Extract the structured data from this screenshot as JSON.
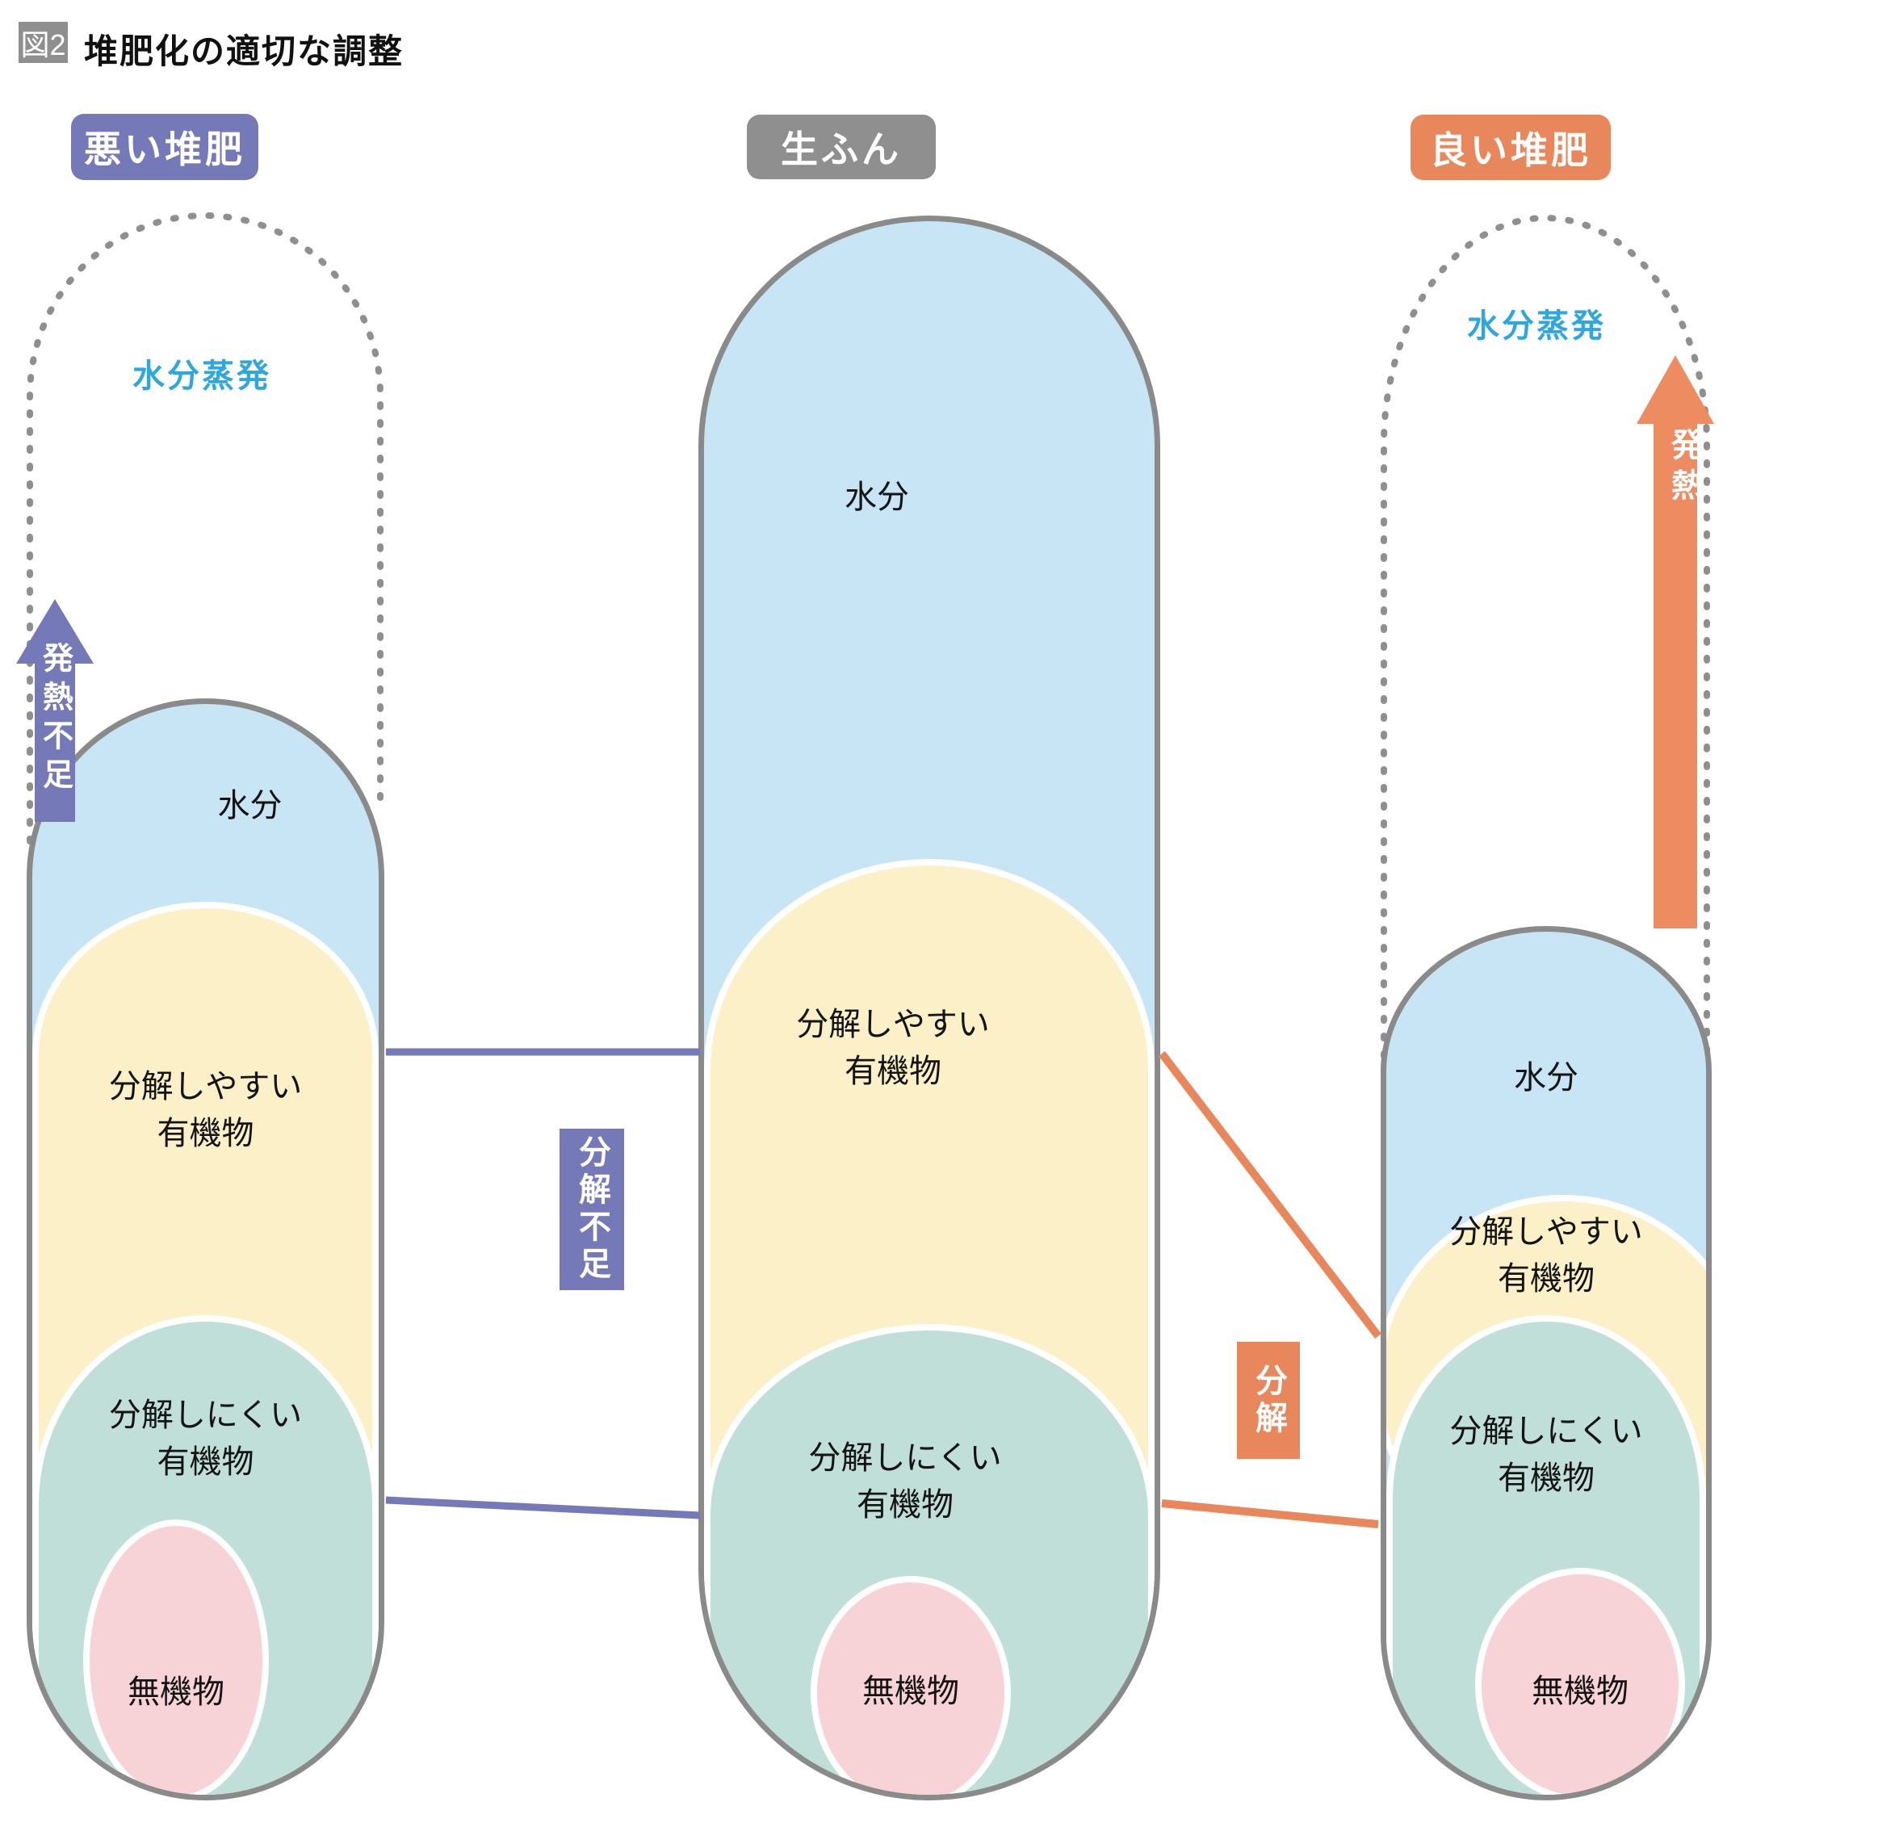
{
  "figure": {
    "badge": "図2",
    "title": "堆肥化の適切な調整"
  },
  "columns": [
    {
      "header": "悪い堆肥",
      "accent_color": "#7679B7",
      "evaporation": "水分蒸発",
      "arrow_label": "発熱不足",
      "layers": {
        "water": "水分",
        "easy_line1": "分解しやすい",
        "easy_line2": "有機物",
        "hard_line1": "分解しにくい",
        "hard_line2": "有機物",
        "inorganic": "無機物"
      }
    },
    {
      "header": "生ふん",
      "accent_color": "#8F8F8F",
      "layers": {
        "water": "水分",
        "easy_line1": "分解しやすい",
        "easy_line2": "有機物",
        "hard_line1": "分解しにくい",
        "hard_line2": "有機物",
        "inorganic": "無機物"
      }
    },
    {
      "header": "良い堆肥",
      "accent_color": "#E9875C",
      "evaporation": "水分蒸発",
      "arrow_label": "発熱",
      "layers": {
        "water": "水分",
        "easy_line1": "分解しやすい",
        "easy_line2": "有機物",
        "hard_line1": "分解しにくい",
        "hard_line2": "有機物",
        "inorganic": "無機物"
      }
    }
  ],
  "connectors": {
    "insufficient_decomposition": "分解不足",
    "decomposition": "分解"
  },
  "colors": {
    "purple": "#7679B7",
    "gray": "#8F8F8F",
    "orange": "#E9875C",
    "water_fill": "#C8E5F5",
    "easy_organic_fill": "#FCF0C8",
    "hard_organic_fill": "#C0DFD8",
    "inorganic_fill": "#F7D3D7",
    "evaporation_text": "#2EA7DF",
    "pill_outline": "#8A8A8A"
  }
}
